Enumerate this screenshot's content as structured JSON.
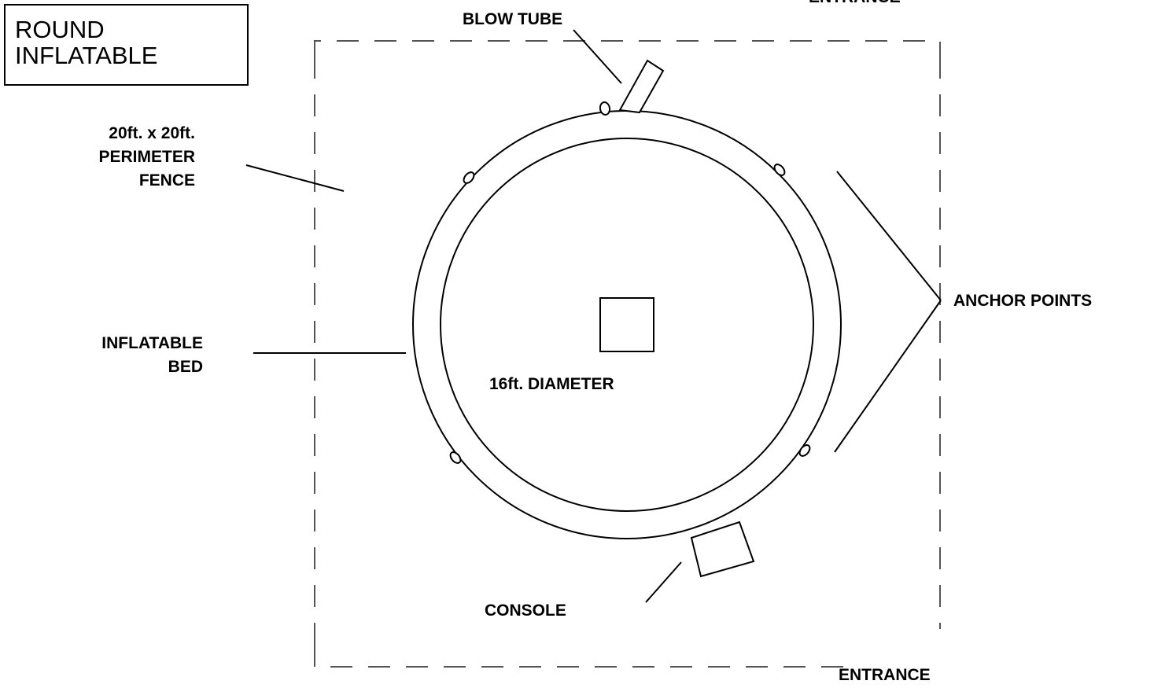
{
  "title": {
    "line1": "ROUND",
    "line2": "INFLATABLE"
  },
  "labels": {
    "blow_tube": "BLOW TUBE",
    "entrance_top": "ENTRANCE",
    "entrance_bottom": "ENTRANCE",
    "perimeter_fence": {
      "line1": "20ft. x 20ft.",
      "line2": "PERIMETER",
      "line3": "FENCE"
    },
    "inflatable_bed": {
      "line1": "INFLATABLE",
      "line2": "BED"
    },
    "anchor_points": "ANCHOR POINTS",
    "diameter": "16ft. DIAMETER",
    "console": "CONSOLE"
  },
  "colors": {
    "line": "#000000",
    "fence": "#555555",
    "background": "#ffffff"
  }
}
